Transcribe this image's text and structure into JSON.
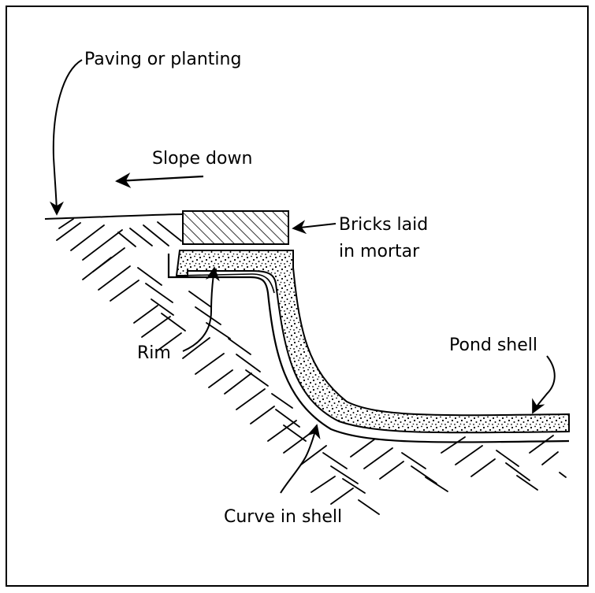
{
  "labels": {
    "paving": "Paving or planting",
    "slope": "Slope down",
    "bricks_line1": "Bricks laid",
    "bricks_line2": "in mortar",
    "rim": "Rim",
    "pond_shell": "Pond shell",
    "curve": "Curve in shell"
  },
  "colors": {
    "ink": "#000000",
    "paper": "#ffffff"
  }
}
